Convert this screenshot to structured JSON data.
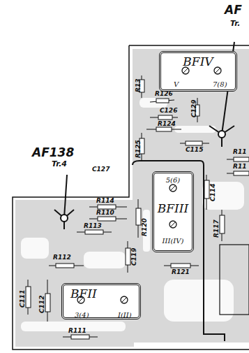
{
  "diagram": {
    "nodes": [
      {
        "text": [
          "BFIV",
          "V",
          "7(8)"
        ]
      },
      {
        "text": [
          "5(6)",
          "BFIII",
          "III(IV)"
        ]
      },
      {
        "text": [
          "BFII",
          "3(4)",
          "I(II)"
        ]
      }
    ],
    "labels": [
      "AF",
      "Tr.",
      "R13",
      "R126",
      "C129",
      "C126",
      "R124",
      "R125",
      "C115",
      "R11",
      "R11",
      "C127",
      "AF138",
      "Tr.4",
      "C114",
      "R114",
      "R110",
      "R120",
      "R113",
      "R117",
      "C119",
      "R112",
      "C111",
      "C112",
      "R121",
      "R111"
    ]
  }
}
